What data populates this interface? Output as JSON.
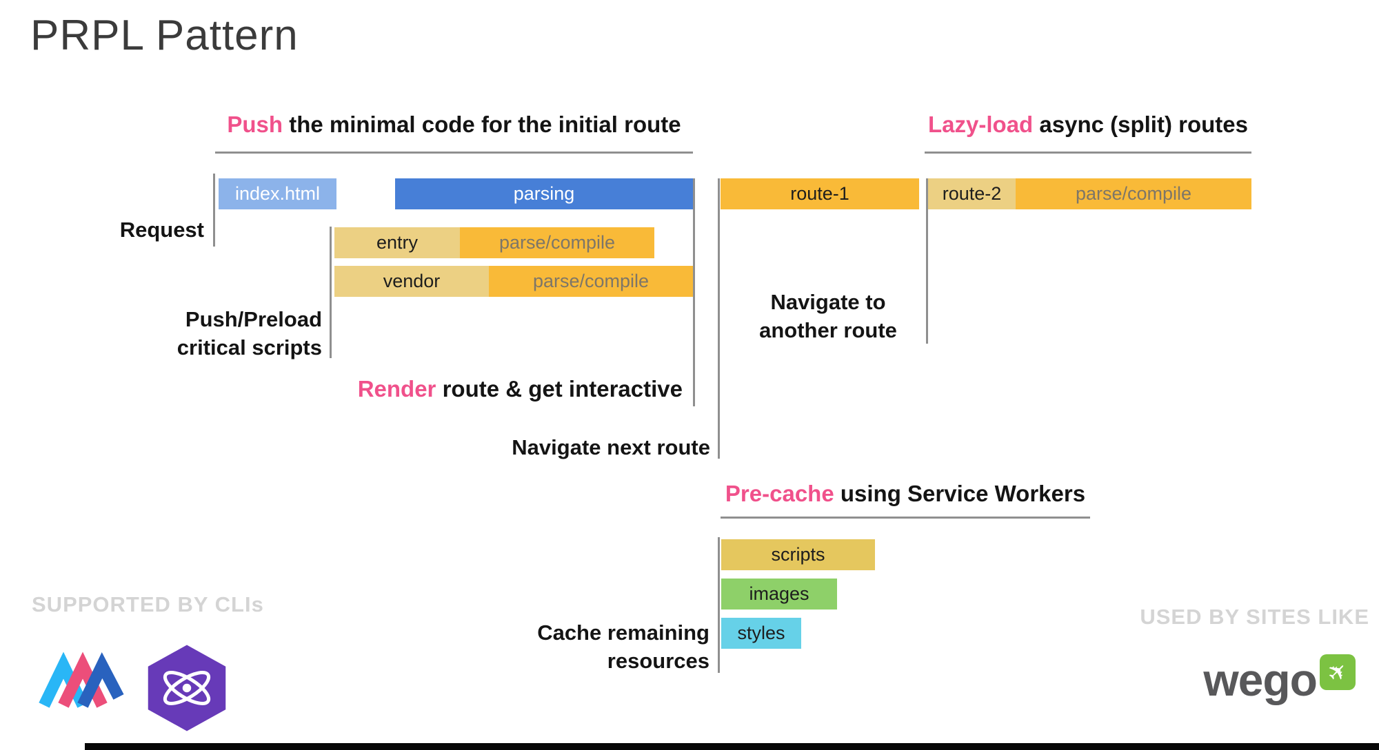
{
  "title": "PRPL Pattern",
  "headings": {
    "push": {
      "accent": "Push",
      "rest": " the minimal code for the initial route"
    },
    "lazy_load": {
      "accent": "Lazy-load",
      "rest": " async (split) routes"
    },
    "render": {
      "accent": "Render",
      "rest": " route & get interactive"
    },
    "pre_cache": {
      "accent": "Pre-cache",
      "rest": " using Service Workers"
    }
  },
  "labels": {
    "request": "Request",
    "push_preload": {
      "line1": "Push/Preload",
      "line2": "critical scripts"
    },
    "navigate_next": "Navigate next route",
    "navigate_another": {
      "line1": "Navigate to",
      "line2": "another route"
    },
    "cache_remaining": {
      "line1": "Cache remaining",
      "line2": "resources"
    }
  },
  "bars": {
    "index_html": "index.html",
    "parsing": "parsing",
    "entry": "entry",
    "entry_parse": "parse/compile",
    "vendor": "vendor",
    "vendor_parse": "parse/compile",
    "route_1": "route-1",
    "route_2": "route-2",
    "route_2_parse": "parse/compile",
    "scripts": "scripts",
    "images": "images",
    "styles": "styles"
  },
  "footer": {
    "supported_by": "SUPPORTED BY CLIs",
    "used_by": "USED BY SITES LIKE",
    "wego_wordmark": "wego"
  },
  "colors": {
    "accent_pink": "#f0518b",
    "bar_blue": "#477fd7",
    "bar_blue_light": "#8cb3ea",
    "bar_orange": "#f9ba38",
    "bar_tan": "#ecd083",
    "bar_scripts_yellow": "#e5c75e",
    "bar_green": "#8ed069",
    "bar_cyan": "#66d1e8",
    "connector_gray": "#8f8f8f",
    "ghost_text_gray": "#d4d4d4",
    "title_gray": "#3b3b3b",
    "preact_purple": "#673ab8",
    "polymer_blue": "#29b6f6",
    "polymer_pink": "#ec4e7a",
    "polymer_dark_blue": "#2962be",
    "wego_green": "#7cc242",
    "wego_gray": "#58585a",
    "background": "#ffffff"
  }
}
